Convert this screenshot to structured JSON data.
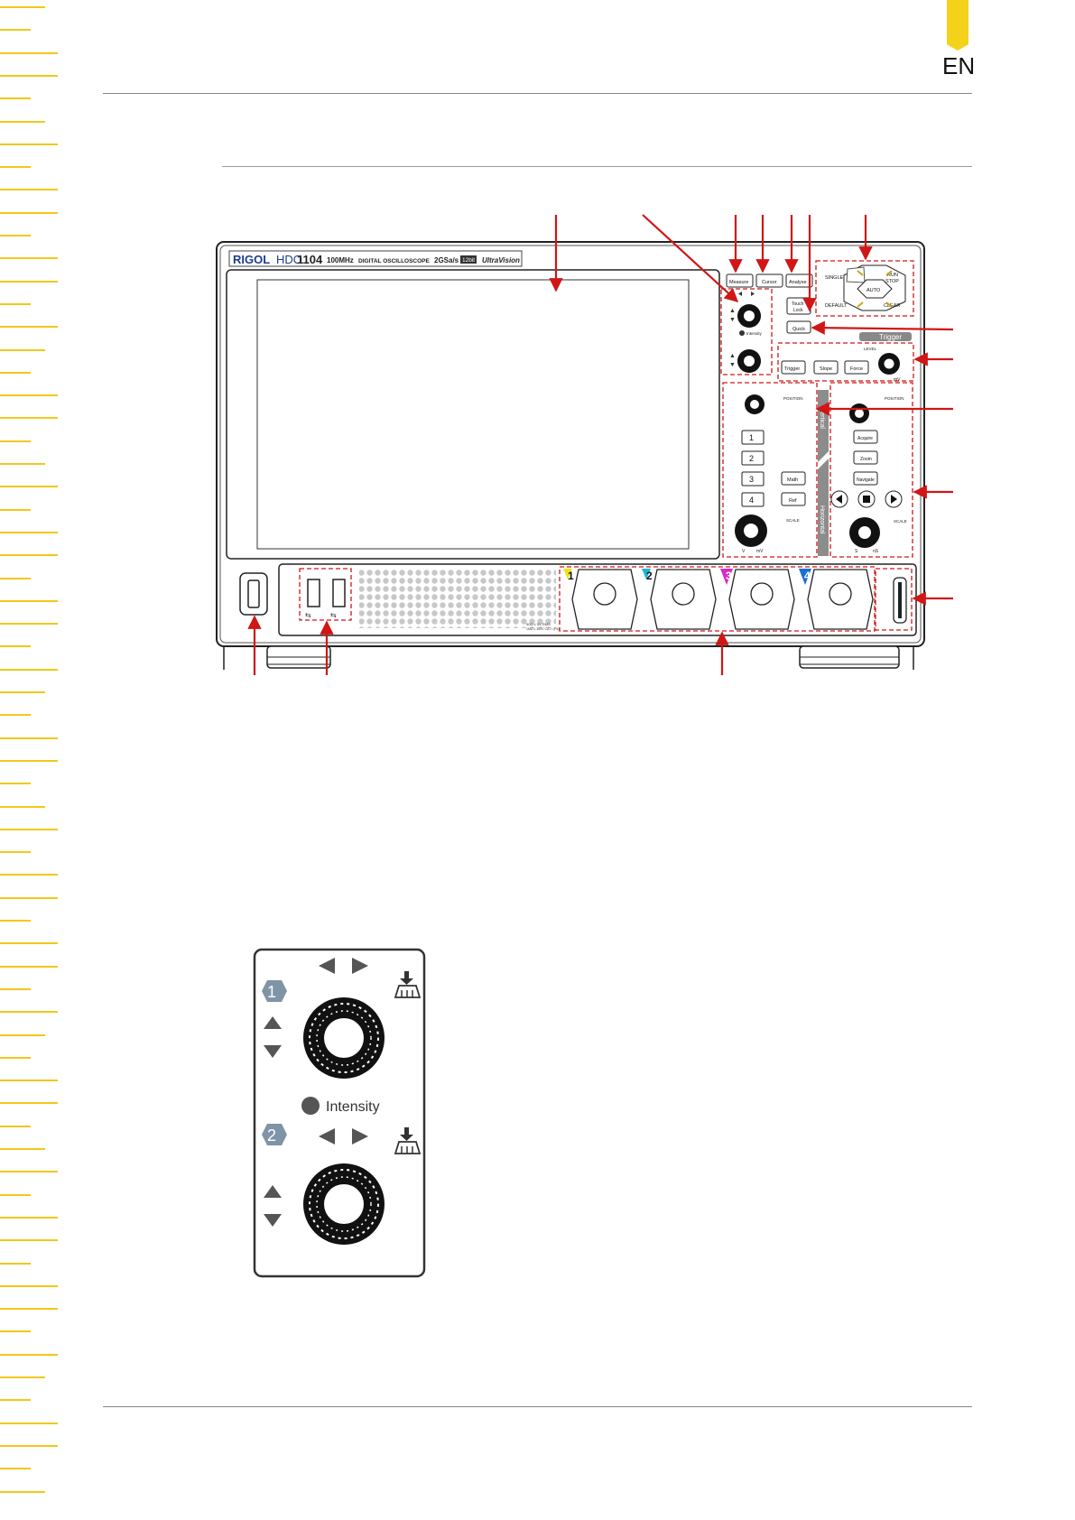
{
  "header": {
    "language_tag": "EN"
  },
  "figure1": {
    "brand": "RIGOL",
    "model_prefix": "HDO",
    "model_number": "1104",
    "bandwidth": "100MHz",
    "product_type": "DIGITAL OSCILLOSCOPE",
    "sample_rate": "2GSa/s",
    "bit_badge": "12bit",
    "logo_text": "UltraVision",
    "buttons": {
      "measure": "Measure",
      "cursor": "Cursor",
      "analyse": "Analyse",
      "touch_lock_1": "Touch",
      "touch_lock_2": "Lock",
      "quick": "Quick",
      "single": "SINGLE",
      "run_stop_1": "RUN",
      "run_stop_2": "STOP",
      "auto": "AUTO",
      "default": "DEFAULT",
      "clear": "CLEAR",
      "trigger_group": "Trigger",
      "trigger": "Trigger",
      "slope": "Slope",
      "force": "Force",
      "level": "LEVEL",
      "mv": "mV",
      "position": "POSITION",
      "scale": "SCALE",
      "vertical": "Vertical",
      "horizontal": "Horizontal",
      "ch1": "1",
      "ch2": "2",
      "ch3": "3",
      "ch4": "4",
      "math": "Math",
      "ref": "Ref",
      "acquire": "Acquire",
      "zoom": "Zoom",
      "navigate": "Navigate",
      "v": "V",
      "s": "S",
      "ns": "nS",
      "intensity_small": "Intensity"
    },
    "channel_labels": [
      "1",
      "2",
      "3",
      "4"
    ],
    "input_rating_1": "50Ω ≤ 5V RMS",
    "input_rating_2": "1MΩ ≤ 300V CAT I (Pk)"
  },
  "figure2": {
    "badge1": "1",
    "badge2": "2",
    "intensity_label": "Intensity"
  },
  "colors": {
    "accent_yellow": "#f2c81a",
    "callout_red": "#d01616",
    "ch1_yellow": "#f3e316",
    "ch2_cyan": "#19b6d6",
    "ch3_magenta": "#d62bc4",
    "ch4_blue": "#1a6fd6"
  }
}
